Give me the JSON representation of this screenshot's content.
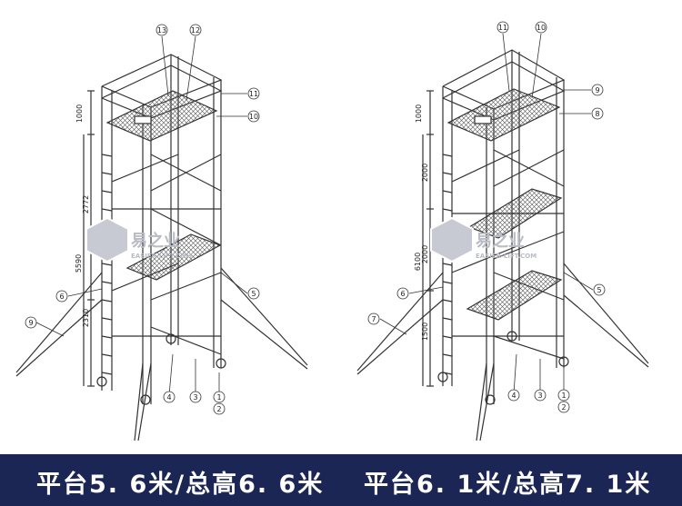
{
  "captions": {
    "left": "平台5. 6米/总高6. 6米",
    "right": "平台6. 1米/总高7. 1米"
  },
  "watermark": {
    "brand": "易之业",
    "url": "EASIER-LIFT.COM"
  },
  "left_tower": {
    "callouts": [
      "13",
      "12",
      "11",
      "10",
      "6",
      "9",
      "5",
      "4",
      "3",
      "1",
      "2"
    ],
    "dimensions": [
      "1000",
      "2772",
      "5590",
      "2310"
    ]
  },
  "right_tower": {
    "callouts": [
      "11",
      "10",
      "9",
      "8",
      "6",
      "7",
      "5",
      "4",
      "3",
      "1",
      "2"
    ],
    "dimensions": [
      "1000",
      "2000",
      "6100",
      "2000",
      "1500"
    ]
  },
  "colors": {
    "caption_bar": "#1b2654",
    "caption_text": "#ffffff",
    "line": "#333333"
  }
}
